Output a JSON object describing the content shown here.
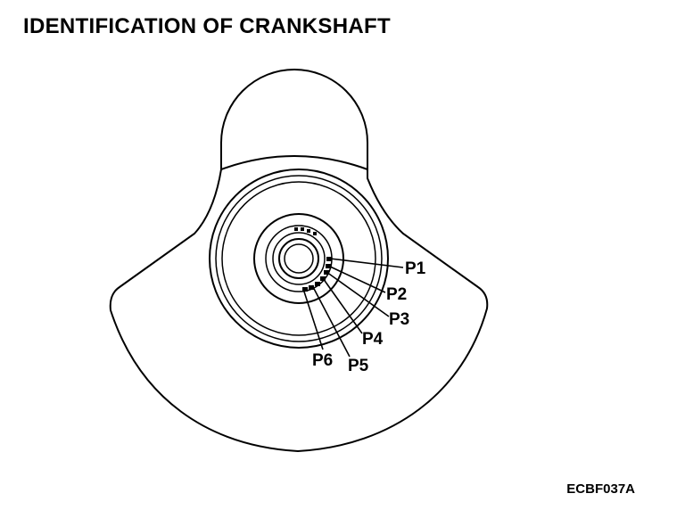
{
  "title": "IDENTIFICATION OF CRANKSHAFT",
  "figure_code": "ECBF037A",
  "markers": [
    {
      "label": "P1"
    },
    {
      "label": "P2"
    },
    {
      "label": "P3"
    },
    {
      "label": "P4"
    },
    {
      "label": "P5"
    },
    {
      "label": "P6"
    }
  ],
  "colors": {
    "line": "#000000",
    "background": "#ffffff"
  }
}
